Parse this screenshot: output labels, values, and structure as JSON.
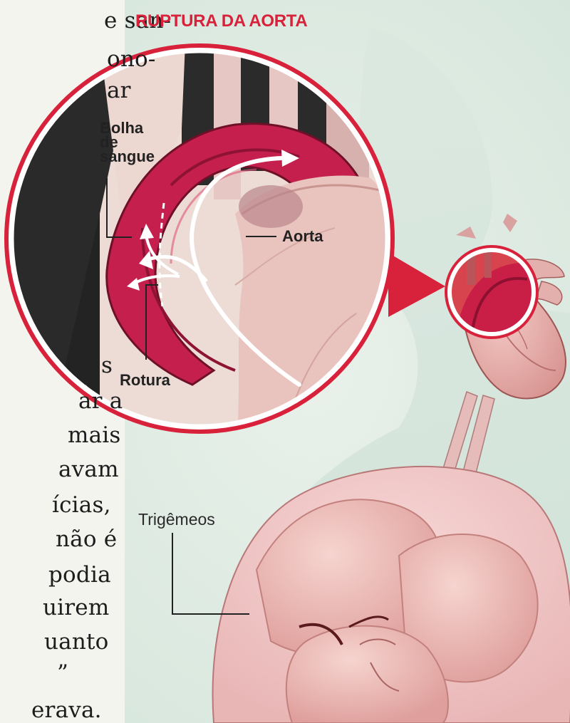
{
  "article_text": {
    "lines": [
      "e san-",
      "ono-",
      "ar",
      ".",
      "s",
      "ar a",
      "mais",
      "avam",
      "ícias,",
      "não é",
      "podia",
      "uirem",
      "uanto",
      "”",
      "erava."
    ]
  },
  "graphic": {
    "title": "RUPTURA DA AORTA",
    "labels": {
      "bolha": [
        "Bolha",
        "de",
        "sangue"
      ],
      "aorta": "Aorta",
      "rotura": "Rotura",
      "trigemeos": "Trigêmeos"
    }
  },
  "colors": {
    "accent": "#d8213a",
    "tissue": "#c92757",
    "background": "#e3eee6"
  }
}
